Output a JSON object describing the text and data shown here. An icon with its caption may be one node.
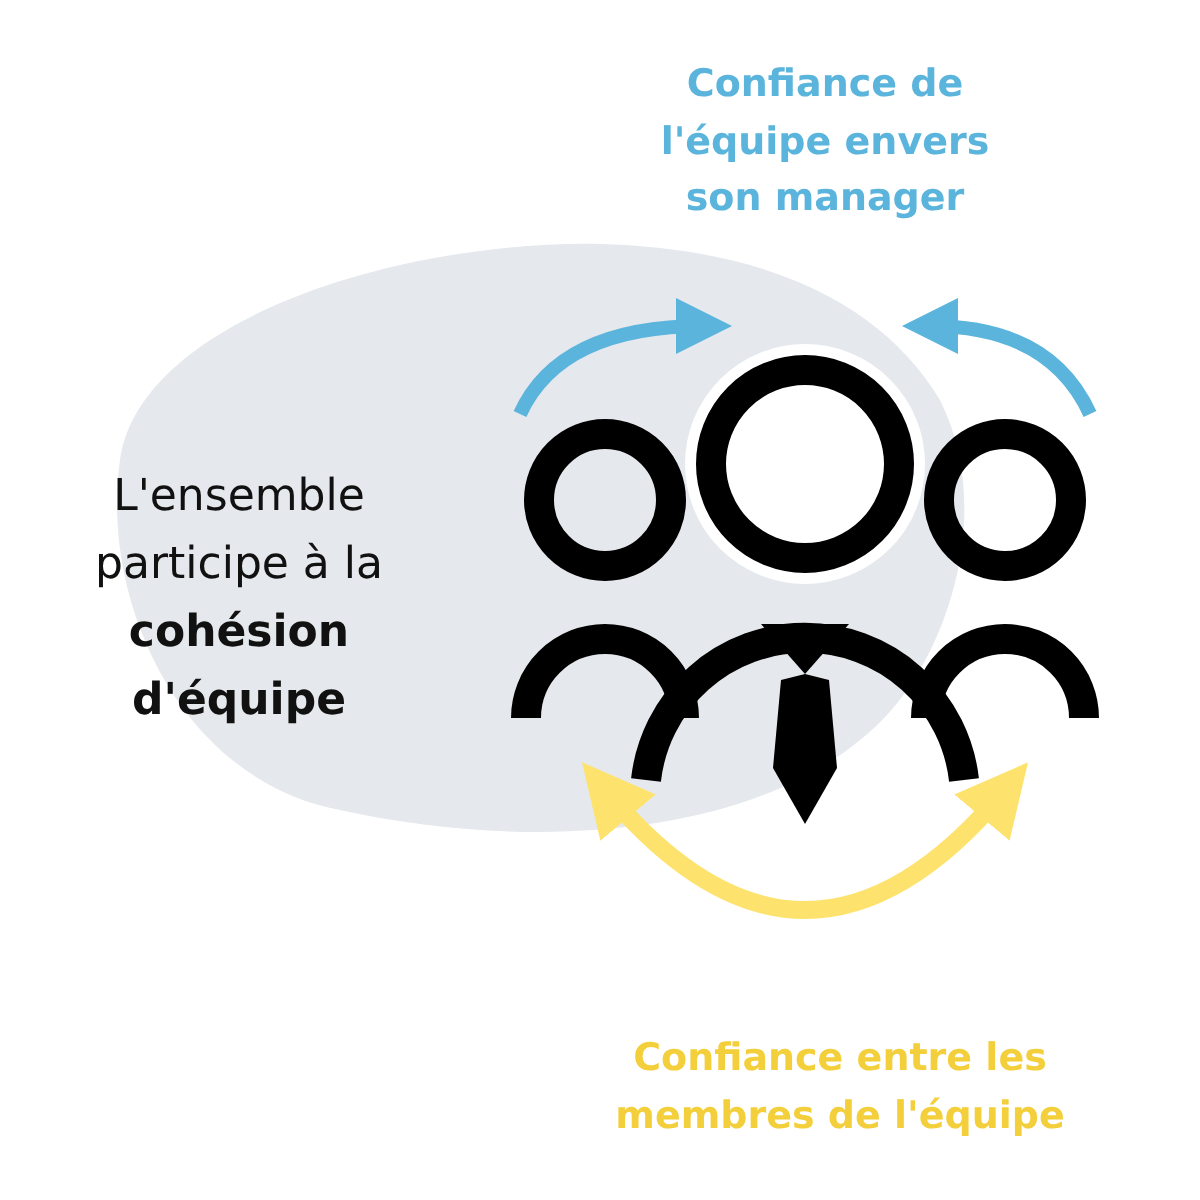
{
  "diagram": {
    "nodes": [
      {
        "text": [],
        "shape": "person"
      },
      {
        "text": [],
        "shape": "person"
      },
      {
        "text": [],
        "shape": "person"
      }
    ],
    "edges": [
      {
        "from": 0,
        "to": 1,
        "arrow": "to",
        "color": "#5ab4dc"
      },
      {
        "from": 2,
        "to": 1,
        "arrow": "to",
        "color": "#5ab4dc"
      },
      {
        "from": 0,
        "to": 2,
        "arrow": "both",
        "color": "#fde36e"
      }
    ],
    "labels": [
      "Confiance de l'équipe envers son manager",
      "L'ensemble participe à la **cohésion d'équipe**",
      "Confiance entre les membres de l'équipe"
    ]
  }
}
